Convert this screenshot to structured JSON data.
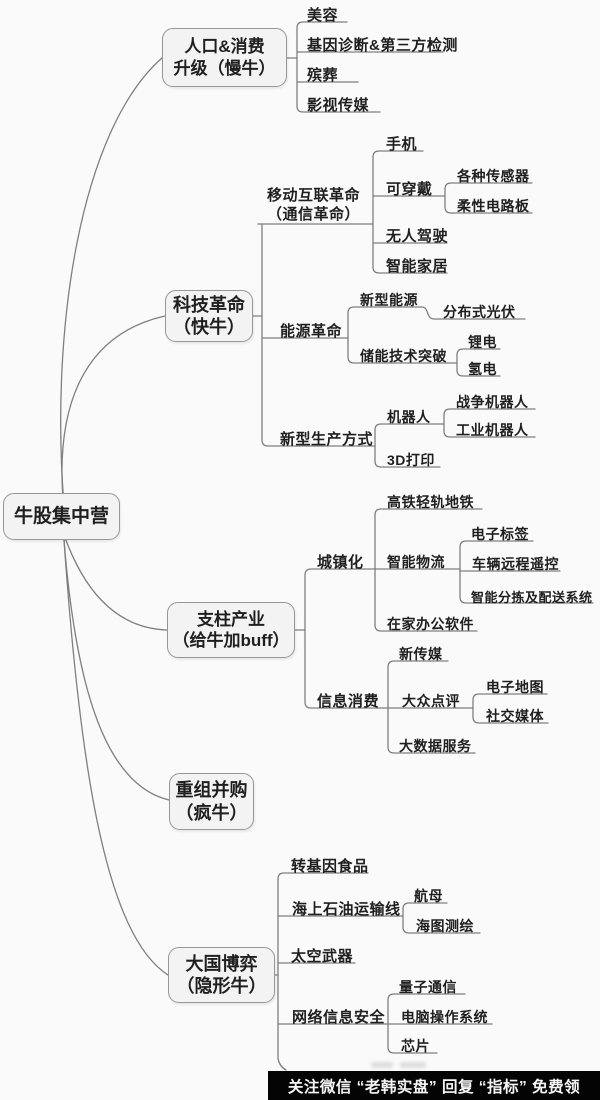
{
  "map": {
    "root": "牛股集中营",
    "b1": {
      "l1": "人口&消费",
      "l2": "升级（慢牛）"
    },
    "beauty": "美容",
    "gene": "基因诊断&第三方检测",
    "funeral": "殡葬",
    "film": "影视传媒",
    "b2": {
      "l1": "科技革命",
      "l2": "（快牛）"
    },
    "mobile": {
      "l1": "移动互联革命",
      "l2": "（通信革命）"
    },
    "phone": "手机",
    "wearable": "可穿戴",
    "sensors": "各种传感器",
    "flexpcb": "柔性电路板",
    "driverless": "无人驾驶",
    "smarthome": "智能家居",
    "energy": "能源革命",
    "newenergy": "新型能源",
    "pv": "分布式光伏",
    "storage": "储能技术突破",
    "lithium": "锂电",
    "hydrogen": "氢电",
    "production": "新型生产方式",
    "robot": "机器人",
    "warrobot": "战争机器人",
    "indrobot": "工业机器人",
    "print3d": "3D打印",
    "b3": {
      "l1": "支柱产业",
      "l2": "（给牛加buff）"
    },
    "urban": "城镇化",
    "rail": "高铁轻轨地铁",
    "logistics": "智能物流",
    "etag": "电子标签",
    "vremote": "车辆远程遥控",
    "sorting": "智能分拣及配送系统",
    "homeoffice": "在家办公软件",
    "infocons": "信息消费",
    "newmedia": "新传媒",
    "dianping": "大众点评",
    "emap": "电子地图",
    "social": "社交媒体",
    "bigdata": "大数据服务",
    "b4": {
      "l1": "重组并购",
      "l2": "（疯牛）"
    },
    "b5": {
      "l1": "大国博弈",
      "l2": "（隐形牛）"
    },
    "gmo": "转基因食品",
    "oilroute": "海上石油运输线",
    "carrier": "航母",
    "seachart": "海图测绘",
    "spaceweapon": "太空武器",
    "cyber": "网络信息安全",
    "quantum": "量子通信",
    "os": "电脑操作系统",
    "chip": "芯片"
  },
  "footer": {
    "text": "关注微信 “老韩实盘” 回复 “指标” 免费领"
  }
}
